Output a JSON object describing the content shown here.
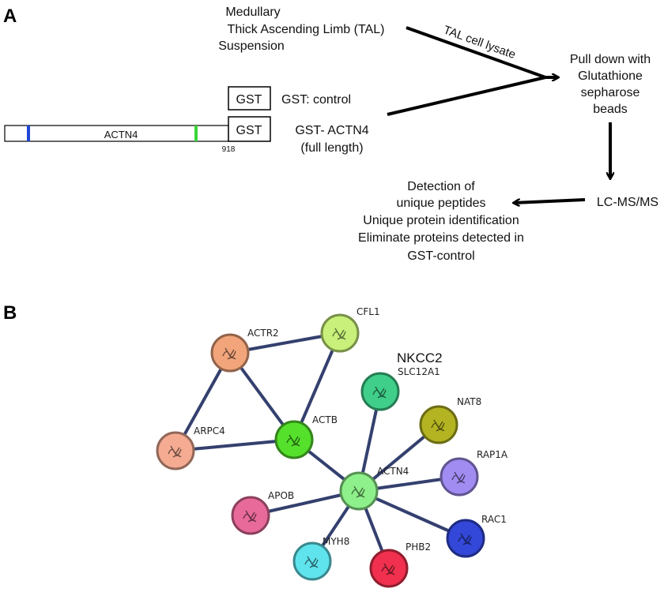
{
  "panel_a": {
    "label": "A",
    "source": [
      "Medullary",
      "Thick Ascending Limb (TAL)",
      "Suspension"
    ],
    "lysate_label": "TAL cell lysate",
    "gst_box_label": "GST",
    "gst_control_label": "GST: control",
    "actn4_bar_label": "ACTN4",
    "residue_label": "918",
    "gst_actn4_label": [
      "GST- ACTN4",
      "(full length)"
    ],
    "pulldown": [
      "Pull down with",
      "Glutathione",
      "sepharose",
      "beads"
    ],
    "lcms": "LC-MS/MS",
    "detection": [
      "Detection of",
      "unique peptides",
      "Unique protein identification",
      "Eliminate proteins detected in",
      "GST-control"
    ],
    "colors": {
      "mark_blue": "#2046d8",
      "mark_green": "#38d638"
    }
  },
  "panel_b": {
    "label": "B",
    "nkcc2_label": "NKCC2",
    "nodes": [
      {
        "id": "ACTR2",
        "label": "ACTR2",
        "color": "#f2a57b"
      },
      {
        "id": "CFL1",
        "label": "CFL1",
        "color": "#c8f07a"
      },
      {
        "id": "SLC12A1",
        "label": "SLC12A1",
        "color": "#3fcf8a"
      },
      {
        "id": "NAT8",
        "label": "NAT8",
        "color": "#b4b423"
      },
      {
        "id": "ARPC4",
        "label": "ARPC4",
        "color": "#f4ab92"
      },
      {
        "id": "ACTB",
        "label": "ACTB",
        "color": "#55e02c"
      },
      {
        "id": "RAP1A",
        "label": "RAP1A",
        "color": "#a18cf2"
      },
      {
        "id": "ACTN4",
        "label": "ACTN4",
        "color": "#8ef08a"
      },
      {
        "id": "APOB",
        "label": "APOB",
        "color": "#e86a9a"
      },
      {
        "id": "RAC1",
        "label": "RAC1",
        "color": "#3347d8"
      },
      {
        "id": "MYH8",
        "label": "MYH8",
        "color": "#5fe3ec"
      },
      {
        "id": "PHB2",
        "label": "PHB2",
        "color": "#f0304e"
      }
    ],
    "edges": [
      [
        "ACTR2",
        "CFL1"
      ],
      [
        "ACTR2",
        "ARPC4"
      ],
      [
        "ACTR2",
        "ACTB"
      ],
      [
        "CFL1",
        "ACTB"
      ],
      [
        "ARPC4",
        "ACTB"
      ],
      [
        "ACTB",
        "ACTN4"
      ],
      [
        "ACTN4",
        "SLC12A1"
      ],
      [
        "ACTN4",
        "NAT8"
      ],
      [
        "ACTN4",
        "RAP1A"
      ],
      [
        "ACTN4",
        "RAC1"
      ],
      [
        "ACTN4",
        "APOB"
      ],
      [
        "ACTN4",
        "MYH8"
      ],
      [
        "ACTN4",
        "PHB2"
      ]
    ],
    "edge_color": "#34406e"
  }
}
